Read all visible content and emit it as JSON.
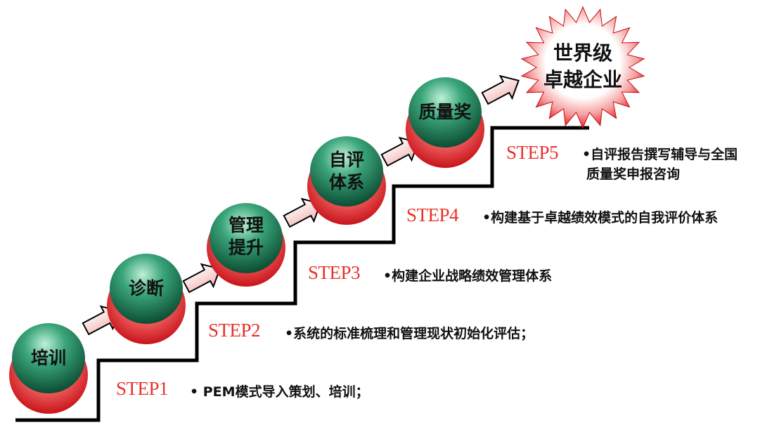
{
  "nodes": [
    {
      "id": "training",
      "line1": "培训",
      "line2": ""
    },
    {
      "id": "diagnosis",
      "line1": "诊断",
      "line2": ""
    },
    {
      "id": "mgmt",
      "line1": "管理",
      "line2": "提升"
    },
    {
      "id": "selfeval",
      "line1": "自评",
      "line2": "体系"
    },
    {
      "id": "award",
      "line1": "质量奖",
      "line2": ""
    }
  ],
  "goal": {
    "line1": "世界级",
    "line2": "卓越企业"
  },
  "steps": [
    {
      "label": "STEP1",
      "desc": "• PEM模式导入策划、培训；"
    },
    {
      "label": "STEP2",
      "desc": "•系统的标准梳理和管理现状初始化评估；"
    },
    {
      "label": "STEP3",
      "desc": "•构建企业战略绩效管理体系"
    },
    {
      "label": "STEP4",
      "desc": "•构建基于卓越绩效模式的自我评价体系"
    },
    {
      "label": "STEP5",
      "desc_line1": "•自评报告撰写辅导与全国",
      "desc_line2": "质量奖申报咨询"
    }
  ],
  "colors": {
    "ball_top": "#1f7f5c",
    "ball_bottom": "#e83a3a",
    "step_label": "#e8322a",
    "star": "#e8242a"
  }
}
